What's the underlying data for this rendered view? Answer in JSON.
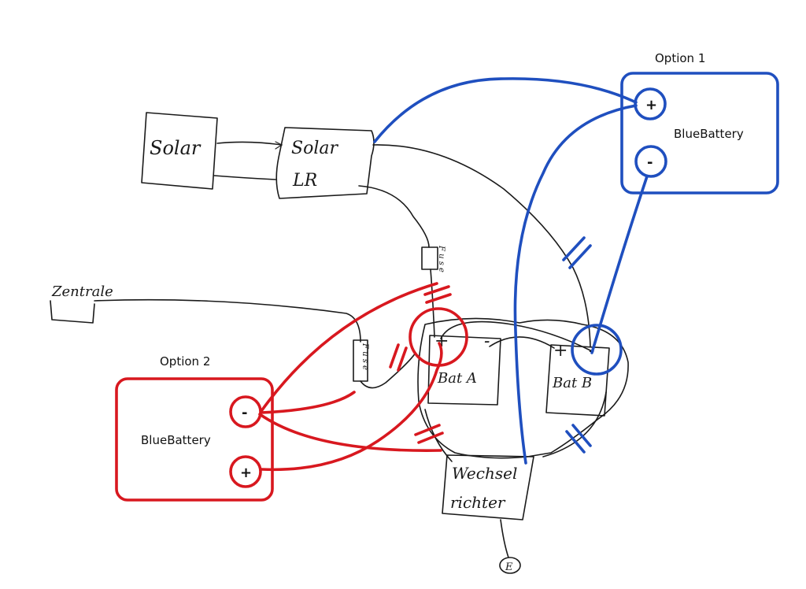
{
  "option1": {
    "title": "Option 1",
    "battery_label": "BlueBattery",
    "plus": "+",
    "minus": "-",
    "color": "#1f4fbf"
  },
  "option2": {
    "title": "Option 2",
    "battery_label": "BlueBattery",
    "plus": "+",
    "minus": "-",
    "color": "#d8181f"
  },
  "sketch": {
    "solar": "Solar",
    "solar_lr_line1": "Solar",
    "solar_lr_line2": "LR",
    "zentrale": "Zentrale",
    "fuse_a": "F u s e",
    "fuse_b": "F u s e",
    "bat_a_plus": "+",
    "bat_a_minus": "-",
    "bat_a_label": "Bat A",
    "bat_b_plus": "+",
    "bat_b_minus": "-",
    "bat_b_label": "Bat B",
    "inverter_line1": "Wechsel",
    "inverter_line2": "richter",
    "ground": "E"
  }
}
